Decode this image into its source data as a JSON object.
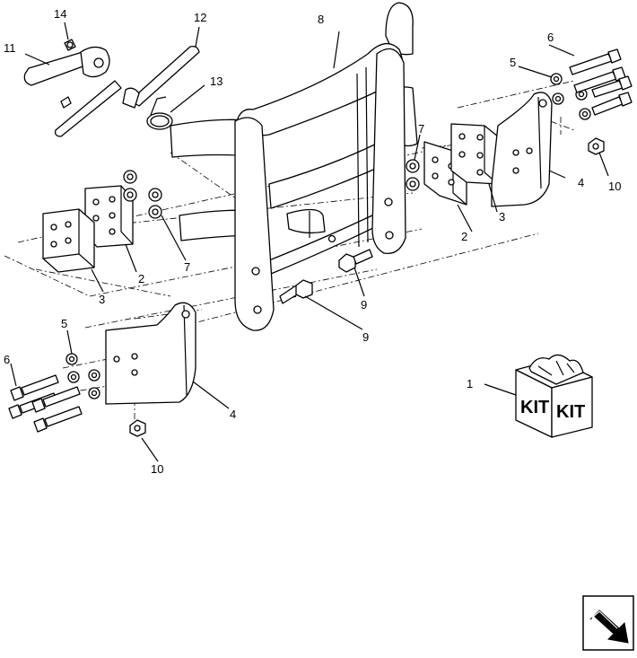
{
  "labels": {
    "kit": "1",
    "spacer_right": "2",
    "spacer_left": "2",
    "block_right": "3",
    "block_left": "3",
    "plate_right": "4",
    "plate_left": "4",
    "washer_right": "5",
    "washer_left": "5",
    "bolt_right": "6",
    "bolt_left": "6",
    "nut_small_right": "7",
    "nut_small_left": "7",
    "guard_frame": "8",
    "bolt_center_upper": "9",
    "bolt_center_lower": "9",
    "nut_right": "10",
    "nut_left": "10",
    "lever": "11",
    "rod": "12",
    "clamp": "13",
    "pin": "14"
  },
  "kit_box": {
    "text_left": "KIT",
    "text_right": "KIT"
  }
}
